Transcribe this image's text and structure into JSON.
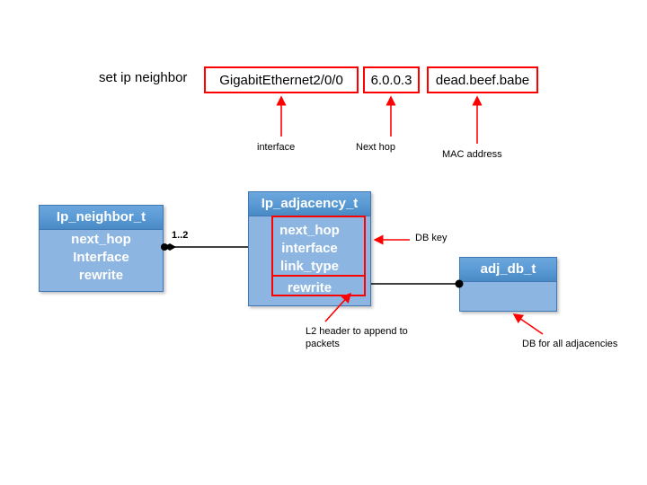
{
  "command": {
    "label": "set ip neighbor",
    "fields": [
      {
        "name": "interface",
        "value": "GigabitEthernet2/0/0",
        "callout": "interface"
      },
      {
        "name": "next-hop",
        "value": "6.0.0.3",
        "callout": "Next hop"
      },
      {
        "name": "mac",
        "value": "dead.beef.babe",
        "callout": "MAC address"
      }
    ]
  },
  "classes": {
    "neighbor": {
      "title": "Ip_neighbor_t",
      "fields": [
        "next_hop",
        "Interface",
        "rewrite"
      ]
    },
    "adjacency": {
      "title": "Ip_adjacency_t",
      "key_fields": [
        "next_hop",
        "interface",
        "link_type"
      ],
      "rewrite_field": "rewrite"
    },
    "adjdb": {
      "title": "adj_db_t",
      "fields": []
    }
  },
  "annotations": {
    "db_key": "DB key",
    "l2_header": "L2 header to append to packets",
    "db_all_adjacencies": "DB for all adjacencies",
    "multiplicity": "1..2"
  },
  "colors": {
    "highlight": "#ff0000",
    "box_fill": "#8cb5e2",
    "box_header": "#5b9bd5",
    "box_border": "#3f78b5",
    "connector": "#000000"
  }
}
